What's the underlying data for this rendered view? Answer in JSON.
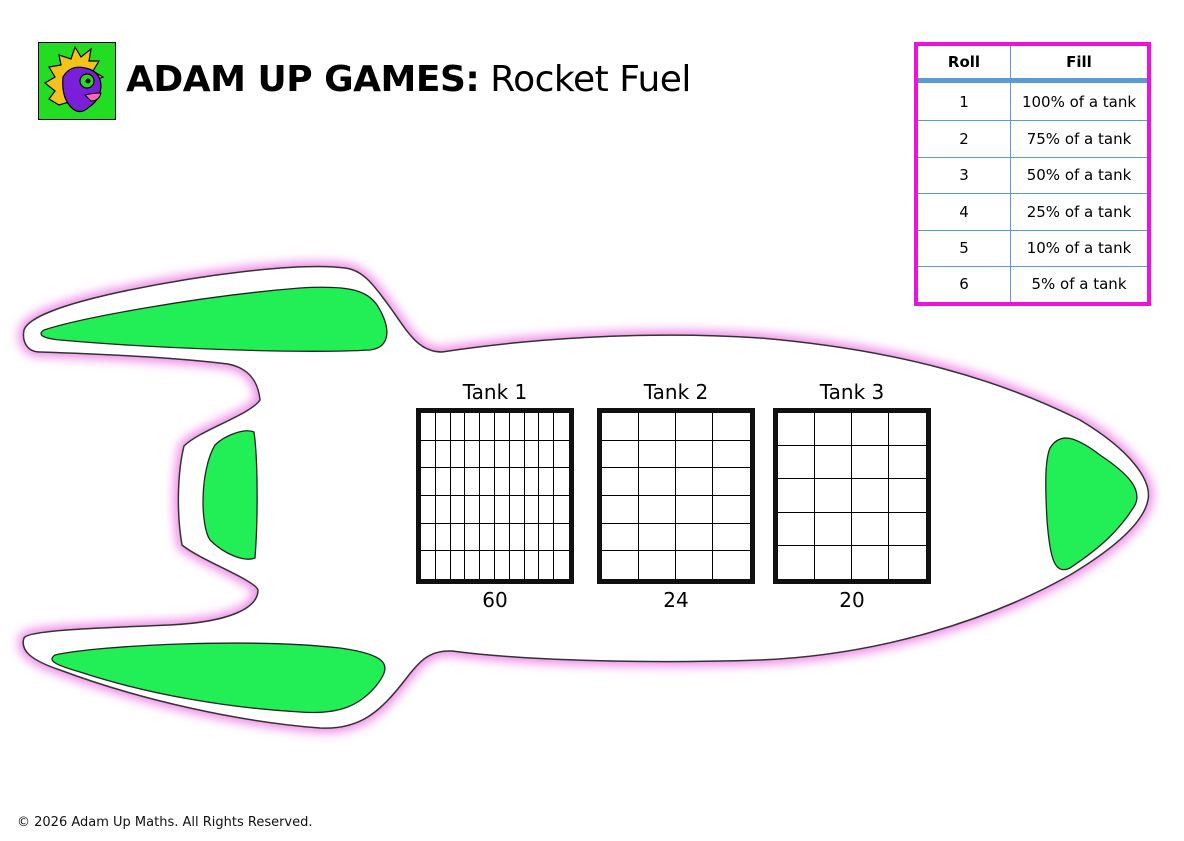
{
  "header": {
    "brand": "ADAM UP GAMES:",
    "game_title": "Rocket Fuel",
    "logo_icon": "purple-spiky-haired-creature-icon"
  },
  "roll_table": {
    "headers": [
      "Roll",
      "Fill"
    ],
    "rows": [
      {
        "roll": "1",
        "fill": "100% of a tank"
      },
      {
        "roll": "2",
        "fill": "75% of a tank"
      },
      {
        "roll": "3",
        "fill": "50% of a tank"
      },
      {
        "roll": "4",
        "fill": "25% of a tank"
      },
      {
        "roll": "5",
        "fill": "10% of a tank"
      },
      {
        "roll": "6",
        "fill": "5% of a tank"
      }
    ]
  },
  "tanks": [
    {
      "label": "Tank 1",
      "capacity": "60",
      "cols": 10,
      "rows": 6
    },
    {
      "label": "Tank 2",
      "capacity": "24",
      "cols": 4,
      "rows": 6
    },
    {
      "label": "Tank 3",
      "capacity": "20",
      "cols": 4,
      "rows": 5
    }
  ],
  "colors": {
    "table_border": "#ee11dd",
    "table_lines": "#5b9bd5",
    "rocket_glow": "#f090e8",
    "rocket_window": "#22ee55",
    "logo_bg": "#22dd22"
  },
  "footer": {
    "copyright": "© 2026 Adam Up Maths. All Rights Reserved."
  }
}
